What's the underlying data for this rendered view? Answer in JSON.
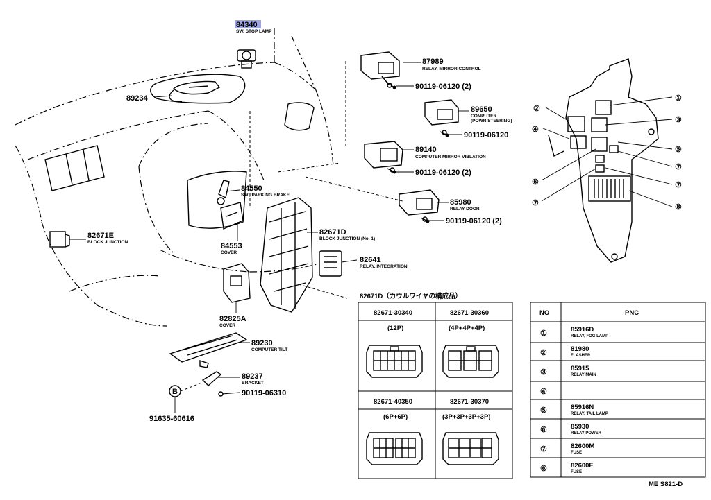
{
  "callouts": {
    "p84340": {
      "num": "84340",
      "desc": "SW, STOP LAMP"
    },
    "p87989": {
      "num": "87989",
      "desc": "RELAY, MIRROR CONTROL"
    },
    "p90119a": {
      "num": "90119-06120 (2)"
    },
    "p89234": {
      "num": "89234"
    },
    "p89650": {
      "num": "89650",
      "desc1": "COMPUTER",
      "desc2": "(POWR STEERING)"
    },
    "p90119b": {
      "num": "90119-06120"
    },
    "p89140": {
      "num": "89140",
      "desc": "COMPUTER MIRROR VIBLATION"
    },
    "p90119c": {
      "num": "90119-06120 (2)"
    },
    "p84550": {
      "num": "84550",
      "desc": "SW., PARKING BRAKE"
    },
    "p85980": {
      "num": "85980",
      "desc": "RELAY DOOR"
    },
    "p90119d": {
      "num": "90119-06120 (2)"
    },
    "p82671E": {
      "num": "82671E",
      "desc": "BLOCK JUNCTION"
    },
    "p84553": {
      "num": "84553",
      "desc": "COVER"
    },
    "p82671D": {
      "num": "82671D",
      "desc": "BLOCK JUNCTION (No. 1)"
    },
    "p82641": {
      "num": "82641",
      "desc": "RELAY, INTEGRATION"
    },
    "p82825A": {
      "num": "82825A",
      "desc": "COVER"
    },
    "p89230": {
      "num": "89230",
      "desc": "COMPUTER TILT"
    },
    "p89237": {
      "num": "89237",
      "desc": "BRACKET"
    },
    "p90119e": {
      "num": "90119-06310"
    },
    "p91635": {
      "num": "91635-60616"
    },
    "bolt_marker": "B"
  },
  "relay_block": {
    "markers": [
      "①",
      "②",
      "③",
      "④",
      "⑤",
      "⑦",
      "⑥",
      "⑦",
      "⑦",
      "⑧"
    ]
  },
  "connector_table": {
    "title": "82671D（カウルワイヤの構成品）",
    "cells": [
      {
        "pn": "82671-30340",
        "pins": "(12P)"
      },
      {
        "pn": "82671-30360",
        "pins": "(4P+4P+4P)"
      },
      {
        "pn": "82671-40350",
        "pins": "(6P+6P)"
      },
      {
        "pn": "82671-30370",
        "pins": "(3P+3P+3P+3P)"
      }
    ]
  },
  "pnc_table": {
    "headers": [
      "NO",
      "PNC"
    ],
    "rows": [
      {
        "no": "①",
        "pnc": "85916D",
        "desc": "RELAY, FOG LAMP"
      },
      {
        "no": "②",
        "pnc": "81980",
        "desc": "FLASHER"
      },
      {
        "no": "③",
        "pnc": "85915",
        "desc": "RELAY MAIN"
      },
      {
        "no": "④",
        "pnc": "",
        "desc": ""
      },
      {
        "no": "⑤",
        "pnc": "85916N",
        "desc": "RELAY, TAIL LAMP"
      },
      {
        "no": "⑥",
        "pnc": "85930",
        "desc": "RELAY POWER"
      },
      {
        "no": "⑦",
        "pnc": "82600M",
        "desc": "FUSE"
      },
      {
        "no": "⑧",
        "pnc": "82600F",
        "desc": "FUSE"
      }
    ]
  },
  "footer_code": "ME S821-D",
  "colors": {
    "highlight": "#9ea6e6"
  }
}
